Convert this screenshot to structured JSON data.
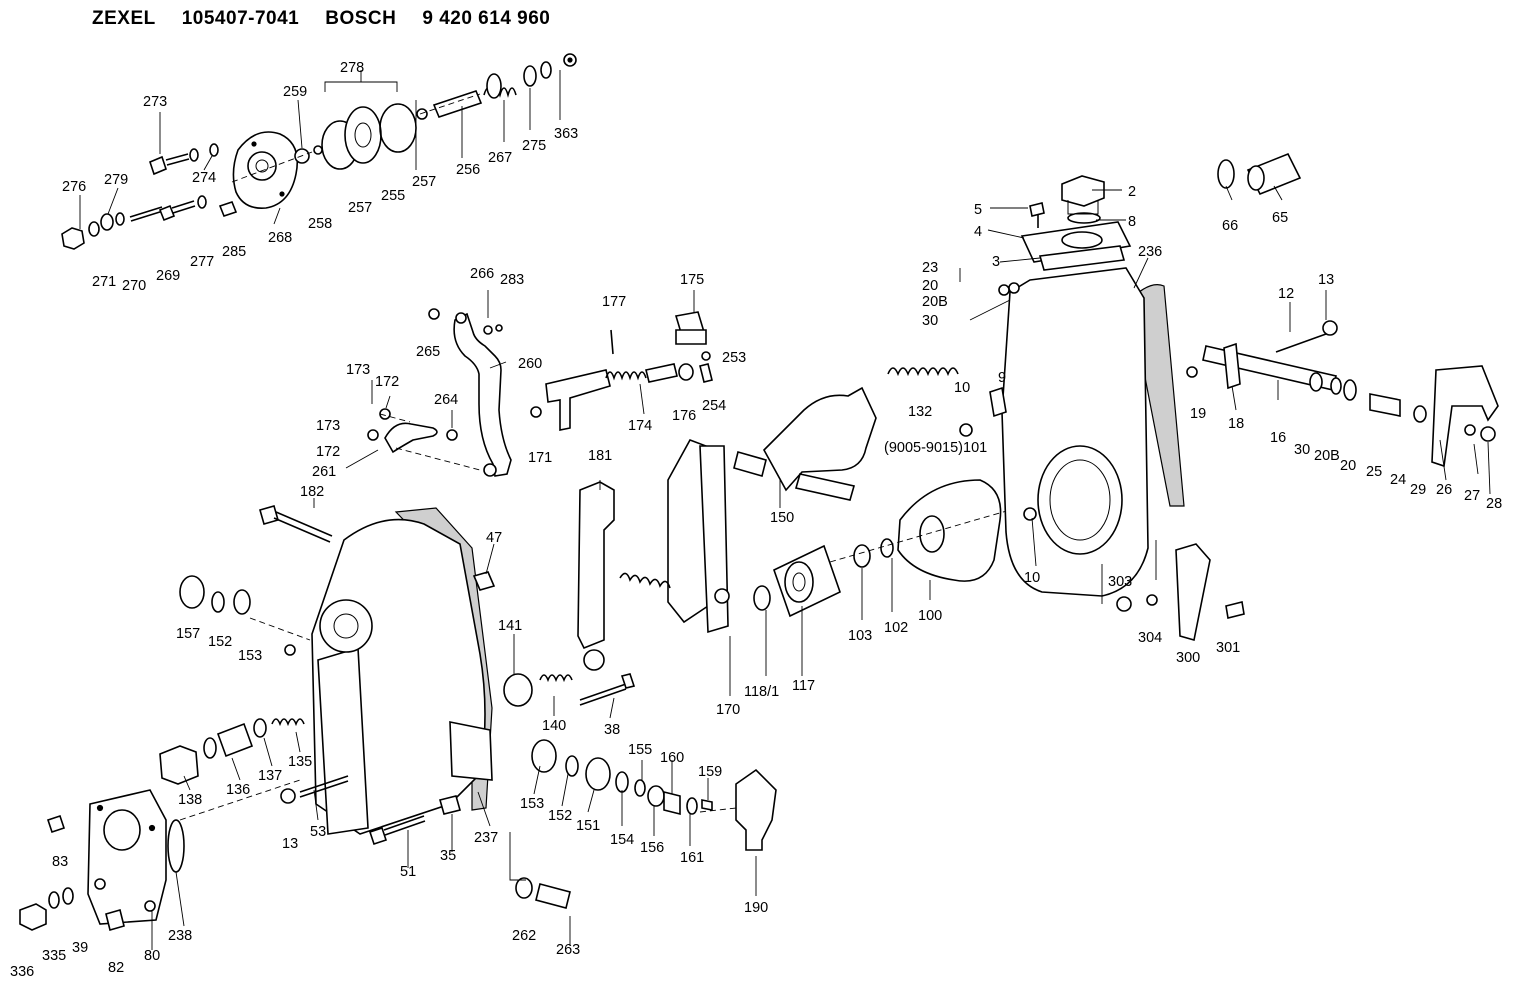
{
  "header": {
    "brand1": "ZEXEL",
    "number1": "105407-7041",
    "brand2": "BOSCH",
    "number2": "9 420 614 960"
  },
  "labels": [
    {
      "id": "l273",
      "text": "273"
    },
    {
      "id": "l259",
      "text": "259"
    },
    {
      "id": "l278",
      "text": "278"
    },
    {
      "id": "l276",
      "text": "276"
    },
    {
      "id": "l279",
      "text": "279"
    },
    {
      "id": "l274",
      "text": "274"
    },
    {
      "id": "l268",
      "text": "268"
    },
    {
      "id": "l258",
      "text": "258"
    },
    {
      "id": "l257a",
      "text": "257"
    },
    {
      "id": "l255",
      "text": "255"
    },
    {
      "id": "l257b",
      "text": "257"
    },
    {
      "id": "l256",
      "text": "256"
    },
    {
      "id": "l267",
      "text": "267"
    },
    {
      "id": "l275",
      "text": "275"
    },
    {
      "id": "l363",
      "text": "363"
    },
    {
      "id": "l271",
      "text": "271"
    },
    {
      "id": "l270",
      "text": "270"
    },
    {
      "id": "l269",
      "text": "269"
    },
    {
      "id": "l277",
      "text": "277"
    },
    {
      "id": "l285",
      "text": "285"
    },
    {
      "id": "l266",
      "text": "266"
    },
    {
      "id": "l283",
      "text": "283"
    },
    {
      "id": "l265",
      "text": "265"
    },
    {
      "id": "l260",
      "text": "260"
    },
    {
      "id": "l173a",
      "text": "173"
    },
    {
      "id": "l172a",
      "text": "172"
    },
    {
      "id": "l264",
      "text": "264"
    },
    {
      "id": "l173b",
      "text": "173"
    },
    {
      "id": "l172b",
      "text": "172"
    },
    {
      "id": "l261",
      "text": "261"
    },
    {
      "id": "l175",
      "text": "175"
    },
    {
      "id": "l177",
      "text": "177"
    },
    {
      "id": "l253",
      "text": "253"
    },
    {
      "id": "l254",
      "text": "254"
    },
    {
      "id": "l176",
      "text": "176"
    },
    {
      "id": "l174",
      "text": "174"
    },
    {
      "id": "l171",
      "text": "171"
    },
    {
      "id": "l132",
      "text": "132"
    },
    {
      "id": "l2",
      "text": "2"
    },
    {
      "id": "l5",
      "text": "5"
    },
    {
      "id": "l8",
      "text": "8"
    },
    {
      "id": "l4",
      "text": "4"
    },
    {
      "id": "l236",
      "text": "236"
    },
    {
      "id": "l23",
      "text": "23"
    },
    {
      "id": "l3",
      "text": "3"
    },
    {
      "id": "l20a",
      "text": "20"
    },
    {
      "id": "l20Ba",
      "text": "20B"
    },
    {
      "id": "l30a",
      "text": "30"
    },
    {
      "id": "l66",
      "text": "66"
    },
    {
      "id": "l65",
      "text": "65"
    },
    {
      "id": "l12",
      "text": "12"
    },
    {
      "id": "l13a",
      "text": "13"
    },
    {
      "id": "l10a",
      "text": "10"
    },
    {
      "id": "l9",
      "text": "9"
    },
    {
      "id": "l9005",
      "text": "(9005-9015)101"
    },
    {
      "id": "l19",
      "text": "19"
    },
    {
      "id": "l18",
      "text": "18"
    },
    {
      "id": "l16",
      "text": "16"
    },
    {
      "id": "l30b",
      "text": "30"
    },
    {
      "id": "l20Bb",
      "text": "20B"
    },
    {
      "id": "l20b",
      "text": "20"
    },
    {
      "id": "l25",
      "text": "25"
    },
    {
      "id": "l24",
      "text": "24"
    },
    {
      "id": "l29",
      "text": "29"
    },
    {
      "id": "l26",
      "text": "26"
    },
    {
      "id": "l27",
      "text": "27"
    },
    {
      "id": "l28",
      "text": "28"
    },
    {
      "id": "l150",
      "text": "150"
    },
    {
      "id": "l181",
      "text": "181"
    },
    {
      "id": "l182",
      "text": "182"
    },
    {
      "id": "l47",
      "text": "47"
    },
    {
      "id": "l10b",
      "text": "10"
    },
    {
      "id": "l157",
      "text": "157"
    },
    {
      "id": "l152a",
      "text": "152"
    },
    {
      "id": "l153a",
      "text": "153"
    },
    {
      "id": "l141",
      "text": "141"
    },
    {
      "id": "l103",
      "text": "103"
    },
    {
      "id": "l102",
      "text": "102"
    },
    {
      "id": "l100",
      "text": "100"
    },
    {
      "id": "l303",
      "text": "303"
    },
    {
      "id": "l304",
      "text": "304"
    },
    {
      "id": "l300",
      "text": "300"
    },
    {
      "id": "l301",
      "text": "301"
    },
    {
      "id": "l117",
      "text": "117"
    },
    {
      "id": "l118",
      "text": "118/1"
    },
    {
      "id": "l170",
      "text": "170"
    },
    {
      "id": "l140",
      "text": "140"
    },
    {
      "id": "l38",
      "text": "38"
    },
    {
      "id": "l138",
      "text": "138"
    },
    {
      "id": "l136",
      "text": "136"
    },
    {
      "id": "l137",
      "text": "137"
    },
    {
      "id": "l135",
      "text": "135"
    },
    {
      "id": "l153b",
      "text": "153"
    },
    {
      "id": "l152b",
      "text": "152"
    },
    {
      "id": "l151",
      "text": "151"
    },
    {
      "id": "l155",
      "text": "155"
    },
    {
      "id": "l154",
      "text": "154"
    },
    {
      "id": "l160",
      "text": "160"
    },
    {
      "id": "l156",
      "text": "156"
    },
    {
      "id": "l159",
      "text": "159"
    },
    {
      "id": "l161",
      "text": "161"
    },
    {
      "id": "l13b",
      "text": "13"
    },
    {
      "id": "l53",
      "text": "53"
    },
    {
      "id": "l83",
      "text": "83"
    },
    {
      "id": "l237",
      "text": "237"
    },
    {
      "id": "l35",
      "text": "35"
    },
    {
      "id": "l51",
      "text": "51"
    },
    {
      "id": "l190",
      "text": "190"
    },
    {
      "id": "l238",
      "text": "238"
    },
    {
      "id": "l262",
      "text": "262"
    },
    {
      "id": "l263",
      "text": "263"
    },
    {
      "id": "l335",
      "text": "335"
    },
    {
      "id": "l39",
      "text": "39"
    },
    {
      "id": "l336",
      "text": "336"
    },
    {
      "id": "l82",
      "text": "82"
    },
    {
      "id": "l80",
      "text": "80"
    }
  ]
}
